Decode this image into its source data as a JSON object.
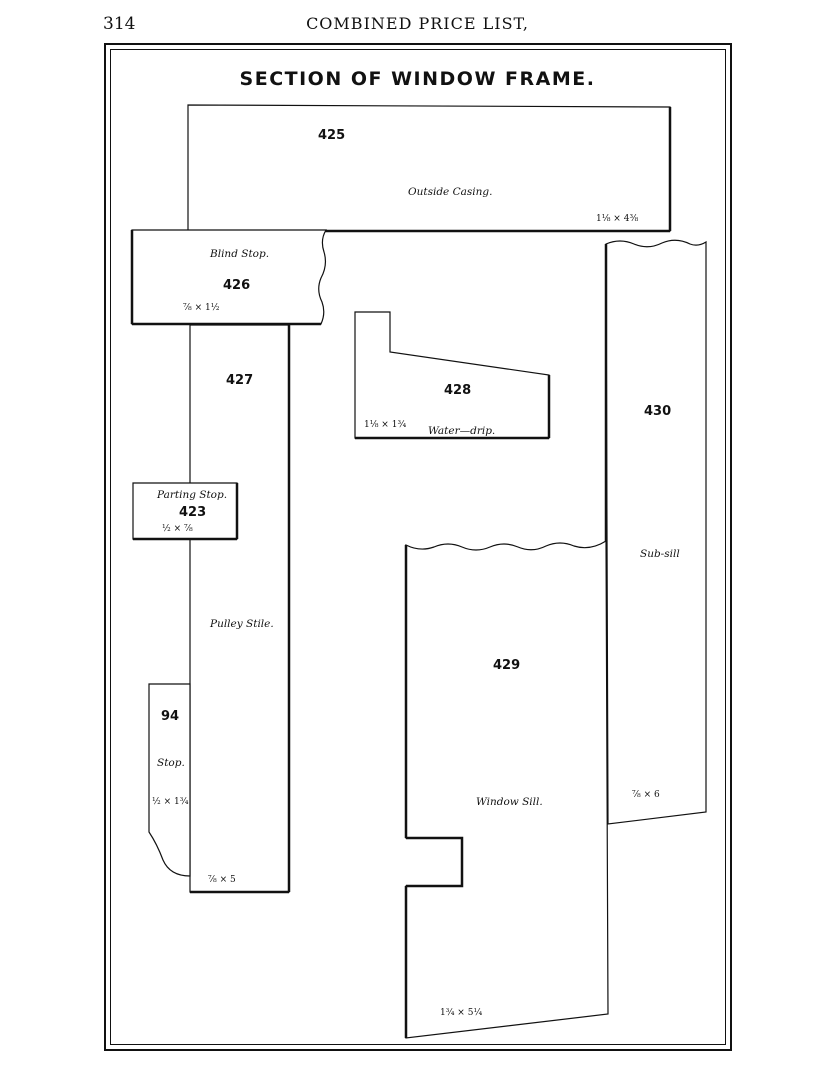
{
  "header": {
    "page_number": "314",
    "running_head": "COMBINED PRICE LIST,"
  },
  "title": "SECTION OF WINDOW FRAME.",
  "pieces": {
    "p425": {
      "number": "425",
      "name": "Outside Casing.",
      "size": "1⅛ × 4⅜"
    },
    "p426": {
      "number": "426",
      "name": "Blind Stop.",
      "size": "⅞ × 1½"
    },
    "p427": {
      "number": "427",
      "name": "Pulley Stile.",
      "size": "⅞ × 5"
    },
    "p428": {
      "number": "428",
      "name": "Water—drip.",
      "size": "1⅛ × 1¾"
    },
    "p423": {
      "number": "423",
      "name": "Parting Stop.",
      "size": "½ × ⅞"
    },
    "p94": {
      "number": "94",
      "name": "Stop.",
      "size": "½ × 1¾"
    },
    "p429": {
      "number": "429",
      "name": "Window Sill.",
      "size": "1¾ × 5¼"
    },
    "p430": {
      "number": "430",
      "name": "Sub-sill",
      "size": "⅞ × 6"
    }
  }
}
